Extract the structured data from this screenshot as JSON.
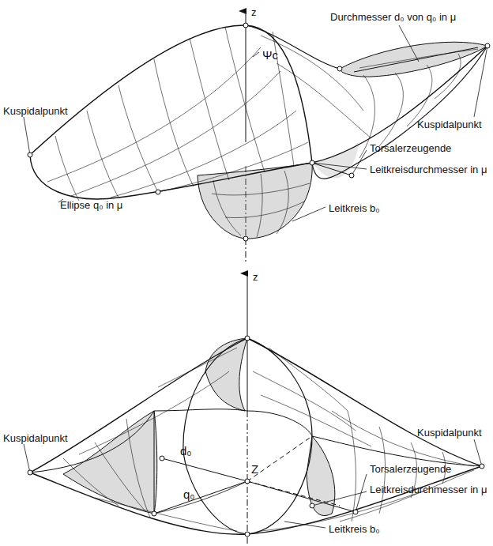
{
  "diagram": {
    "labels": [
      "z",
      "Ψc",
      "Durchmesser d₀ von q₀ in μ",
      "Kuspidalpunkt",
      "Kuspidalpunkt",
      "Torsalerzeugende",
      "Leitkreisdurchmesser in μ",
      "Ellipse q₀ in μ",
      "Leitkreis b₀",
      "z",
      "Kuspidalpunkt",
      "Kuspidalpunkt",
      "d₀",
      "Z",
      "q₀",
      "Torsalerzeugende",
      "Leitkreisdurchmesser in μ",
      "Leitkreis b₀"
    ]
  }
}
